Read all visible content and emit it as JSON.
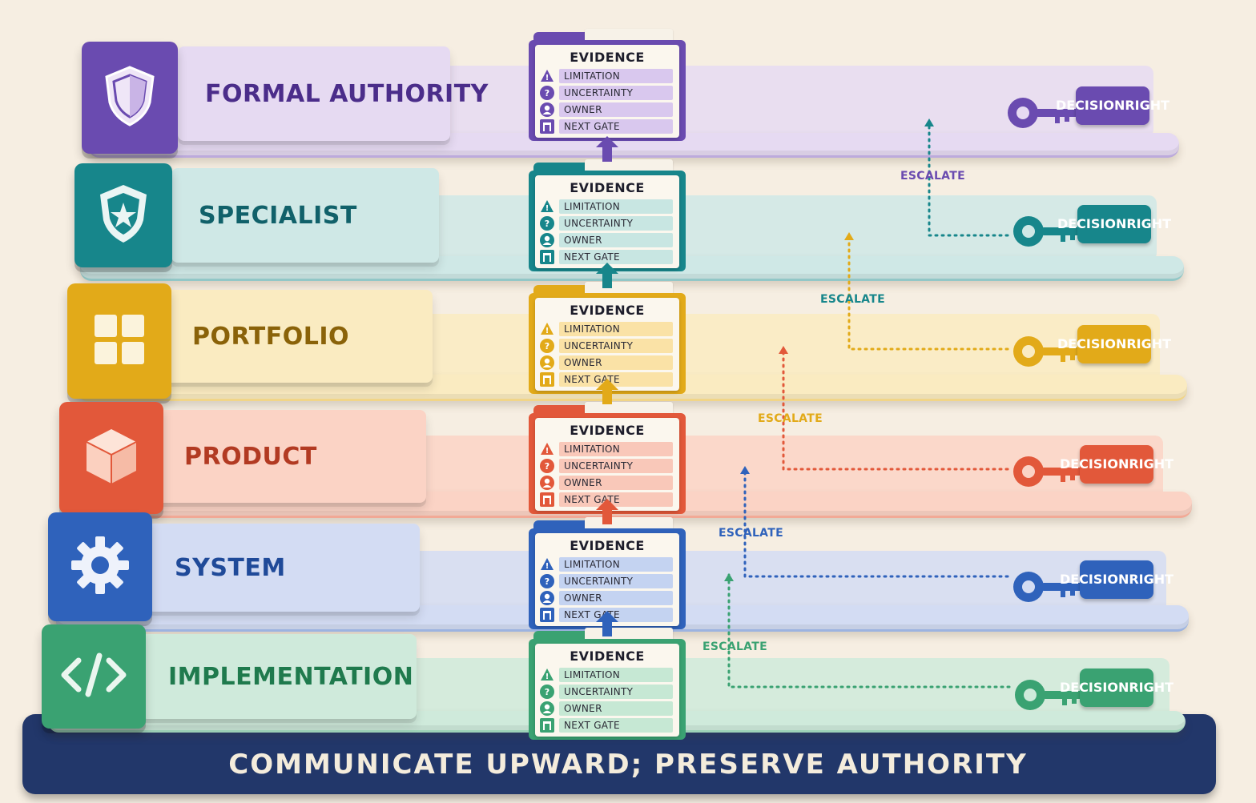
{
  "footer": {
    "title": "COMMUNICATE UPWARD; PRESERVE AUTHORITY"
  },
  "evidence": {
    "title": "EVIDENCE",
    "rows": [
      "LIMITATION",
      "UNCERTAINTY",
      "OWNER",
      "NEXT GATE"
    ],
    "row_icons": [
      "warning-icon",
      "question-icon",
      "person-icon",
      "gate-icon"
    ]
  },
  "decision_label": [
    "DECISION",
    "RIGHT"
  ],
  "escalate_label": "ESCALATE",
  "tiers": [
    {
      "id": "formal-authority",
      "label": "FORMAL AUTHORITY",
      "icon": "shield-icon",
      "accent": "#6a4bb0",
      "light": "#e6daf2",
      "text": "#4b2d8a",
      "row": "#d9c8ee"
    },
    {
      "id": "specialist",
      "label": "SPECIALIST",
      "icon": "shield-star-icon",
      "accent": "#17868b",
      "light": "#cfe8e6",
      "text": "#11616a",
      "row": "#c8e6e2"
    },
    {
      "id": "portfolio",
      "label": "PORTFOLIO",
      "icon": "grid-icon",
      "accent": "#e2aa19",
      "light": "#faebc1",
      "text": "#8a6209",
      "row": "#fae2a6"
    },
    {
      "id": "product",
      "label": "PRODUCT",
      "icon": "cube-icon",
      "accent": "#e2583a",
      "light": "#fbd3c5",
      "text": "#b23a22",
      "row": "#f9c8b9"
    },
    {
      "id": "system",
      "label": "SYSTEM",
      "icon": "gear-icon",
      "accent": "#2f62bb",
      "light": "#d3dcf3",
      "text": "#1f4a99",
      "row": "#c4d3f1"
    },
    {
      "id": "implementation",
      "label": "IMPLEMENTATION",
      "icon": "code-icon",
      "accent": "#3aa272",
      "light": "#cfeadb",
      "text": "#1f7a4d",
      "row": "#c6e8d4"
    }
  ]
}
